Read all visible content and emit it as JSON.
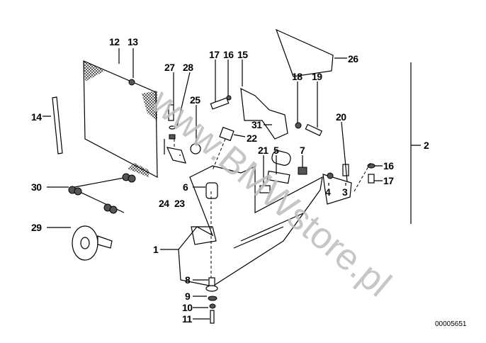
{
  "diagram": {
    "watermark": "www.BMWstore.pl",
    "reference_number": "00005651",
    "labels": {
      "p1": "1",
      "p2": "2",
      "p3": "3",
      "p4": "4",
      "p5": "5",
      "p6": "6",
      "p7": "7",
      "p8": "8",
      "p9": "9",
      "p10": "10",
      "p11": "11",
      "p12": "12",
      "p13": "13",
      "p14": "14",
      "p15": "15",
      "p16a": "16",
      "p16b": "16",
      "p17a": "17",
      "p17b": "17",
      "p18": "18",
      "p19": "19",
      "p20": "20",
      "p21": "21",
      "p22": "22",
      "p23": "23",
      "p24": "24",
      "p25": "25",
      "p26": "26",
      "p27": "27",
      "p28": "28",
      "p29": "29",
      "p30": "30",
      "p31": "31"
    }
  }
}
